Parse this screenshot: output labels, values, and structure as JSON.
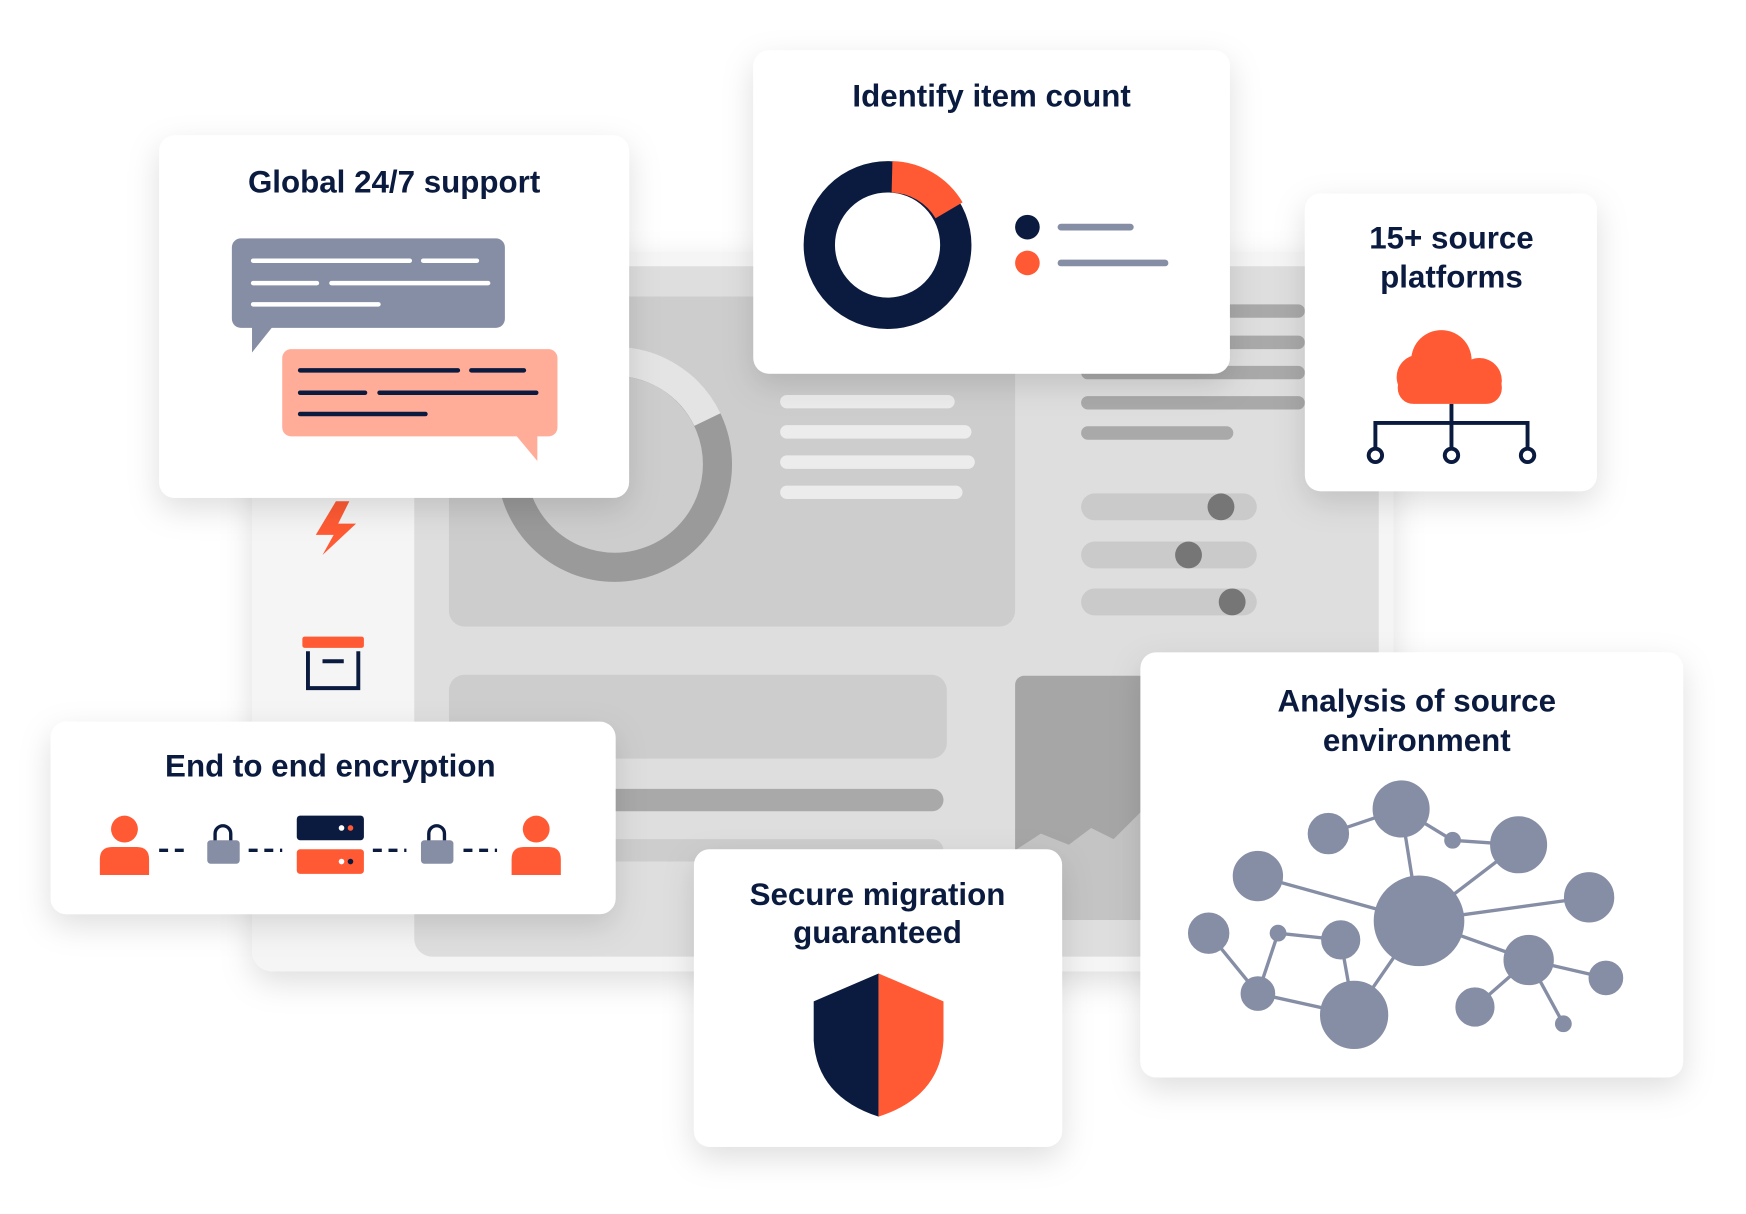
{
  "cards": {
    "support": {
      "title": "Global 24/7 support"
    },
    "item_count": {
      "title": "Identify item count"
    },
    "platforms": {
      "title_line1": "15+ source",
      "title_line2": "platforms"
    },
    "encryption": {
      "title": "End to end encryption"
    },
    "migration": {
      "title_line1": "Secure migration",
      "title_line2": "guaranteed"
    },
    "analysis": {
      "title_line1": "Analysis of source",
      "title_line2": "environment"
    }
  },
  "colors": {
    "navy": "#0b1b3f",
    "orange": "#ff5a33",
    "salmon": "#ffad99",
    "slate": "#868ea5",
    "gray_bg": "#dedede"
  },
  "icons": [
    "chat-bubbles-icon",
    "donut-chart-icon",
    "cloud-network-icon",
    "user-icon",
    "lock-icon",
    "server-icon",
    "shield-icon",
    "network-graph-icon",
    "lightning-icon",
    "archive-box-icon"
  ]
}
